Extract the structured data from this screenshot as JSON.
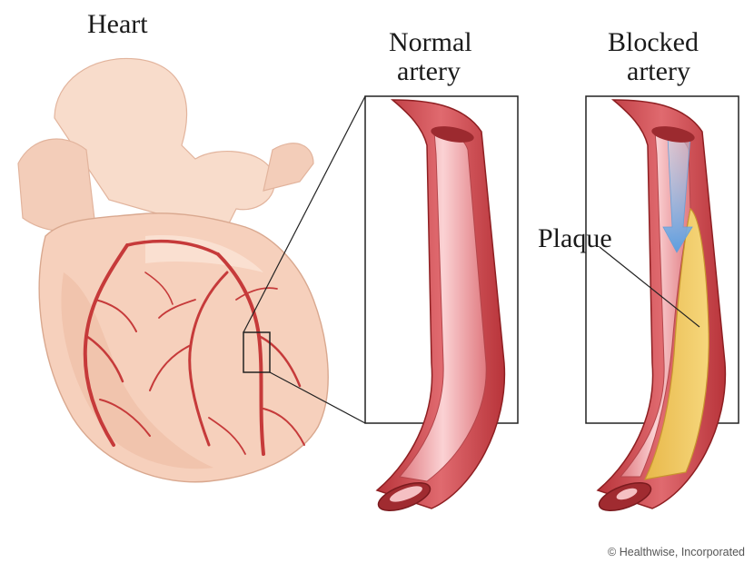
{
  "labels": {
    "heart": "Heart",
    "normal_line1": "Normal",
    "normal_line2": "artery",
    "blocked_line1": "Blocked",
    "blocked_line2": "artery",
    "plaque": "Plaque"
  },
  "credit": "© Healthwise, Incorporated",
  "colors": {
    "heart_fill": "#f6d0bc",
    "heart_shade": "#e9b39c",
    "vessel": "#c63a3a",
    "vessel_dark": "#8e1f22",
    "artery_wall": "#d9545a",
    "lumen": "#f3a9ae",
    "plaque": "#f0c860",
    "flow_arrow": "#7fb3e6"
  }
}
